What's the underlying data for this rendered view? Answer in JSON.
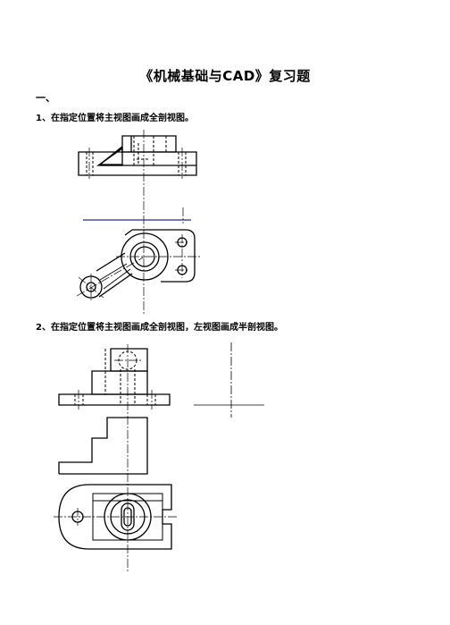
{
  "document": {
    "title": "《机械基础与CAD》复习题",
    "section": "一、",
    "questions": [
      {
        "text": "1、在指定位置将主视图画成全剖视图。"
      },
      {
        "text": "2、在指定位置将主视图画成全剖视图，左视图画成半剖视图。"
      }
    ]
  },
  "colors": {
    "ink": "#000000",
    "guide_line": "#1f2b8f"
  },
  "figures": [
    {
      "name": "figure-1",
      "content": "front-view-and-top-view-of-bracket",
      "views": [
        "front-view",
        "top-view"
      ]
    },
    {
      "name": "figure-2",
      "content": "front-view-left-view-and-top-view-of-block",
      "views": [
        "front-view",
        "left-view-area",
        "side-profile",
        "top-view"
      ]
    }
  ]
}
